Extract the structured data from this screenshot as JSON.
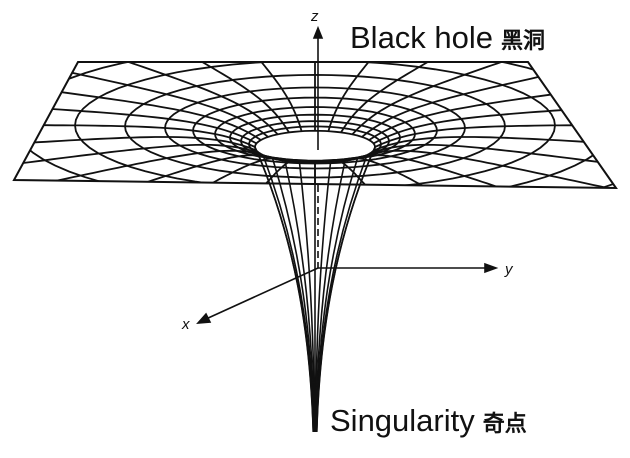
{
  "title": {
    "en": "Black hole",
    "cn": "黑洞"
  },
  "singularity": {
    "en": "Singularity",
    "cn": "奇点"
  },
  "axes": {
    "x": "x",
    "y": "y",
    "z": "z"
  }
}
